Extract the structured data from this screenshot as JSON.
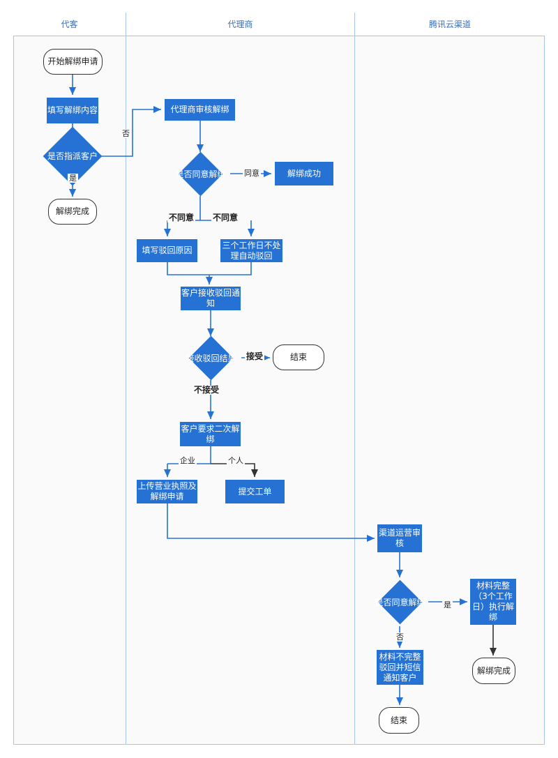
{
  "diagram": {
    "title_hidden": "",
    "colors": {
      "process_fill": "#2572d4",
      "lane_border": "#a8c4e8",
      "lane_header_text": "#3d6fb5",
      "lane_body_bg": "#fafafa",
      "terminator_border": "#333333",
      "arrow_blue": "#2572d4",
      "arrow_dark": "#333333"
    },
    "lanes": [
      {
        "id": "lane-customer",
        "label": "代客"
      },
      {
        "id": "lane-agent",
        "label": "代理商"
      },
      {
        "id": "lane-tencent",
        "label": "腾讯云渠道"
      }
    ],
    "nodes": [
      {
        "id": "start-apply",
        "lane": "lane-customer",
        "type": "terminator",
        "label": "开始解绑申请"
      },
      {
        "id": "fill-unbind-content",
        "lane": "lane-customer",
        "type": "process",
        "label": "填写解绑内容"
      },
      {
        "id": "assign-customer",
        "lane": "lane-customer",
        "type": "decision",
        "label": "是否指派客户"
      },
      {
        "id": "unbind-done-c1",
        "lane": "lane-customer",
        "type": "terminator",
        "label": "解绑完成"
      },
      {
        "id": "agent-review",
        "lane": "lane-agent",
        "type": "process",
        "label": "代理商审核解绑"
      },
      {
        "id": "agent-agree",
        "lane": "lane-agent",
        "type": "decision",
        "label": "是否同意解绑"
      },
      {
        "id": "unbind-success",
        "lane": "lane-agent",
        "type": "process",
        "label": "解绑成功"
      },
      {
        "id": "fill-reject-reason",
        "lane": "lane-agent",
        "type": "process",
        "label": "填写驳回原因"
      },
      {
        "id": "auto-reject-3days",
        "lane": "lane-agent",
        "type": "process",
        "label": "三个工作日不处理自动驳回"
      },
      {
        "id": "customer-receive",
        "lane": "lane-agent",
        "type": "process",
        "label": "客户接收驳回通知"
      },
      {
        "id": "receive-result",
        "lane": "lane-agent",
        "type": "decision",
        "label": "接收驳回结果"
      },
      {
        "id": "end-agent",
        "lane": "lane-agent",
        "type": "terminator",
        "label": "结束"
      },
      {
        "id": "second-request",
        "lane": "lane-agent",
        "type": "process",
        "label": "客户要求二次解绑"
      },
      {
        "id": "upload-license",
        "lane": "lane-agent",
        "type": "process",
        "label": "上传营业执照及解绑申请"
      },
      {
        "id": "submit-ticket",
        "lane": "lane-agent",
        "type": "process",
        "label": "提交工单"
      },
      {
        "id": "channel-review",
        "lane": "lane-tencent",
        "type": "process",
        "label": "渠道运营审核"
      },
      {
        "id": "channel-agree",
        "lane": "lane-tencent",
        "type": "decision",
        "label": "是否同意解绑"
      },
      {
        "id": "material-complete",
        "lane": "lane-tencent",
        "type": "process",
        "label": "材料完整（3个工作日）执行解绑"
      },
      {
        "id": "material-incomplete",
        "lane": "lane-tencent",
        "type": "process",
        "label": "材料不完整驳回并短信通知客户"
      },
      {
        "id": "unbind-done-c3",
        "lane": "lane-tencent",
        "type": "terminator",
        "label": "解绑完成"
      },
      {
        "id": "end-tencent",
        "lane": "lane-tencent",
        "type": "terminator",
        "label": "结束"
      }
    ],
    "edge_labels": [
      {
        "id": "label-no-assign",
        "text": "否",
        "from": "assign-customer",
        "to": "agent-review"
      },
      {
        "id": "label-yes-assign",
        "text": "是",
        "from": "assign-customer",
        "to": "unbind-done-c1"
      },
      {
        "id": "label-agree",
        "text": "同意",
        "from": "agent-agree",
        "to": "unbind-success"
      },
      {
        "id": "label-disagree-left",
        "text": "不同意",
        "from": "agent-agree",
        "to": "fill-reject-reason"
      },
      {
        "id": "label-disagree-right",
        "text": "不同意",
        "from": "agent-agree",
        "to": "auto-reject-3days"
      },
      {
        "id": "label-accept",
        "text": "接受",
        "from": "receive-result",
        "to": "end-agent"
      },
      {
        "id": "label-not-accept",
        "text": "不接受",
        "from": "receive-result",
        "to": "second-request"
      },
      {
        "id": "label-enterprise",
        "text": "企业",
        "from": "second-request",
        "to": "upload-license"
      },
      {
        "id": "label-personal",
        "text": "个人",
        "from": "second-request",
        "to": "submit-ticket"
      },
      {
        "id": "label-yes-channel",
        "text": "是",
        "from": "channel-agree",
        "to": "material-complete"
      },
      {
        "id": "label-no-channel",
        "text": "否",
        "from": "channel-agree",
        "to": "material-incomplete"
      }
    ]
  }
}
